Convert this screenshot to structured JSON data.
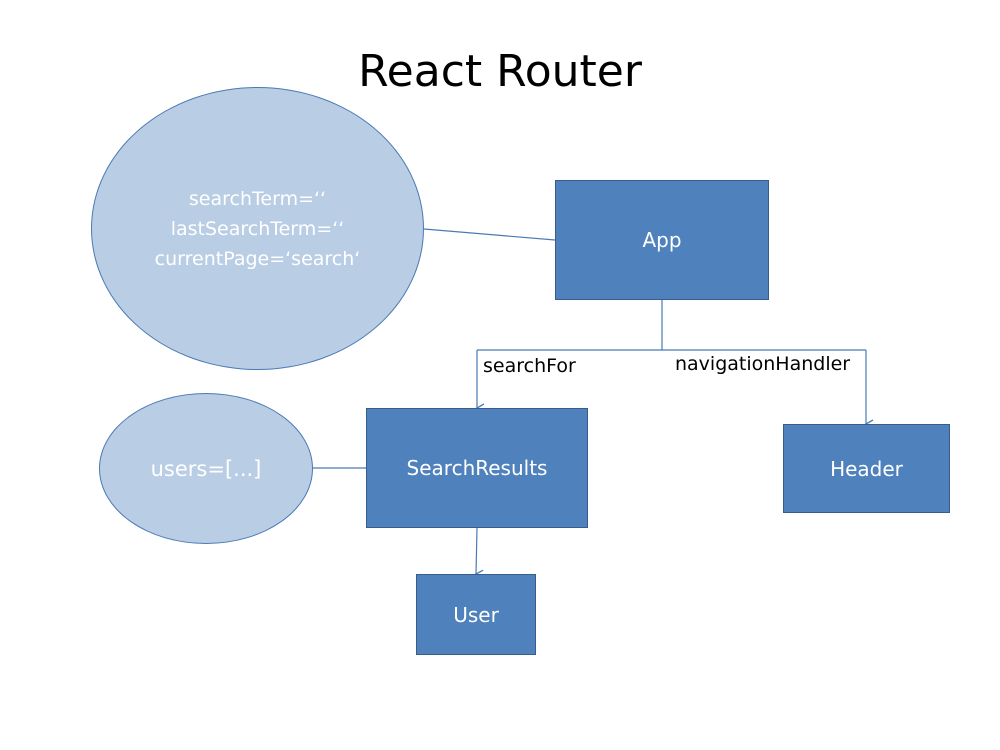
{
  "slide": {
    "title": "React Router"
  },
  "state_ellipse": {
    "lines": [
      "searchTerm=‘‘",
      "lastSearchTerm=‘‘",
      "currentPage=‘search‘"
    ]
  },
  "users_ellipse": {
    "label": "users=[...]"
  },
  "components": {
    "app": "App",
    "search_results": "SearchResults",
    "header": "Header",
    "user": "User"
  },
  "edges": {
    "search_for": "searchFor",
    "navigation_handler": "navigationHandler"
  },
  "colors": {
    "box_fill": "#4f81bd",
    "box_border": "#385d8a",
    "ellipse_fill": "#b9cde5",
    "line": "#4a7ab5"
  }
}
